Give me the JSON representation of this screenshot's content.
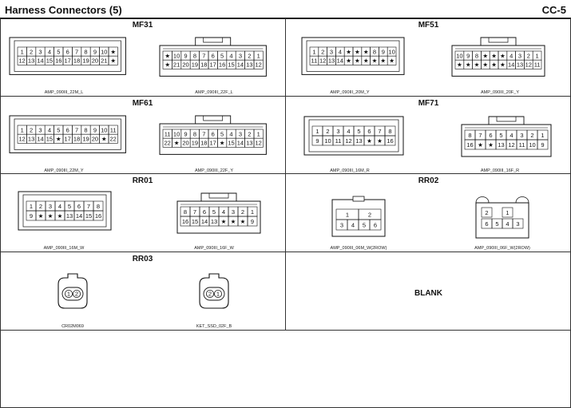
{
  "header": {
    "title": "Harness Connectors (5)",
    "code": "CC-5"
  },
  "sections": [
    {
      "title": "MF31",
      "connectors": [
        {
          "caption": "AMP_090III_22M_L",
          "rows": [
            [
              "1",
              "2",
              "3",
              "4",
              "5",
              "6",
              "7",
              "8",
              "9",
              "10",
              "★"
            ],
            [
              "12",
              "13",
              "14",
              "15",
              "16",
              "17",
              "18",
              "19",
              "20",
              "21",
              "★"
            ]
          ]
        },
        {
          "caption": "AMP_090III_22F_L",
          "rows": [
            [
              "★",
              "10",
              "9",
              "8",
              "7",
              "6",
              "5",
              "4",
              "3",
              "2",
              "1"
            ],
            [
              "★",
              "21",
              "20",
              "19",
              "18",
              "17",
              "16",
              "15",
              "14",
              "13",
              "12"
            ]
          ]
        }
      ]
    },
    {
      "title": "MF51",
      "connectors": [
        {
          "caption": "AMP_090III_20M_Y",
          "rows": [
            [
              "1",
              "2",
              "3",
              "4",
              "★",
              "★",
              "★",
              "8",
              "9",
              "10"
            ],
            [
              "11",
              "12",
              "13",
              "14",
              "★",
              "★",
              "★",
              "★",
              "★",
              "★"
            ]
          ]
        },
        {
          "caption": "AMP_090III_20F_Y",
          "rows": [
            [
              "10",
              "9",
              "8",
              "★",
              "★",
              "★",
              "4",
              "3",
              "2",
              "1"
            ],
            [
              "★",
              "★",
              "★",
              "★",
              "★",
              "★",
              "14",
              "13",
              "12",
              "11"
            ]
          ]
        }
      ]
    },
    {
      "title": "MF61",
      "connectors": [
        {
          "caption": "AMP_090III_22M_Y",
          "rows": [
            [
              "1",
              "2",
              "3",
              "4",
              "5",
              "6",
              "7",
              "8",
              "9",
              "10",
              "11"
            ],
            [
              "12",
              "13",
              "14",
              "15",
              "★",
              "17",
              "18",
              "19",
              "20",
              "★",
              "22"
            ]
          ]
        },
        {
          "caption": "AMP_090III_22F_Y",
          "rows": [
            [
              "11",
              "10",
              "9",
              "8",
              "7",
              "6",
              "5",
              "4",
              "3",
              "2",
              "1"
            ],
            [
              "22",
              "★",
              "20",
              "19",
              "18",
              "17",
              "★",
              "15",
              "14",
              "13",
              "12"
            ]
          ]
        }
      ]
    },
    {
      "title": "MF71",
      "connectors": [
        {
          "caption": "AMP_090III_16M_R",
          "rows": [
            [
              "1",
              "2",
              "3",
              "4",
              "5",
              "6",
              "7",
              "8"
            ],
            [
              "9",
              "10",
              "11",
              "12",
              "13",
              "★",
              "★",
              "16"
            ]
          ]
        },
        {
          "caption": "AMP_090III_16F_R",
          "rows": [
            [
              "8",
              "7",
              "6",
              "5",
              "4",
              "3",
              "2",
              "1"
            ],
            [
              "16",
              "★",
              "★",
              "13",
              "12",
              "11",
              "10",
              "9"
            ]
          ]
        }
      ]
    },
    {
      "title": "RR01",
      "connectors": [
        {
          "caption": "AMP_090III_16M_W",
          "rows": [
            [
              "1",
              "2",
              "3",
              "4",
              "5",
              "6",
              "7",
              "8"
            ],
            [
              "9",
              "★",
              "★",
              "★",
              "13",
              "14",
              "15",
              "16"
            ]
          ]
        },
        {
          "caption": "AMP_090III_16F_W",
          "rows": [
            [
              "8",
              "7",
              "6",
              "5",
              "4",
              "3",
              "2",
              "1"
            ],
            [
              "16",
              "15",
              "14",
              "13",
              "★",
              "★",
              "★",
              "9"
            ]
          ]
        }
      ]
    },
    {
      "title": "RR02",
      "connectors": [
        {
          "caption": "AMP_090III_06M_W(2ROW)",
          "rows": [
            [
              "1",
              "2"
            ],
            [
              "3",
              "4",
              "5",
              "6"
            ]
          ]
        },
        {
          "caption": "AMP_090III_06F_W(2ROW)",
          "rows": [
            [
              "2",
              "1"
            ],
            [
              "6",
              "5",
              "4",
              "3"
            ]
          ]
        }
      ]
    },
    {
      "title": "RR03",
      "connectors": [
        {
          "caption": "CR02M069",
          "rows": [
            [
              "1",
              "2"
            ]
          ]
        },
        {
          "caption": "KET_SSD_02F_B",
          "rows": [
            [
              "2",
              "1"
            ]
          ]
        }
      ]
    },
    {
      "title": "",
      "connectors": [],
      "blank_label": "BLANK"
    }
  ]
}
